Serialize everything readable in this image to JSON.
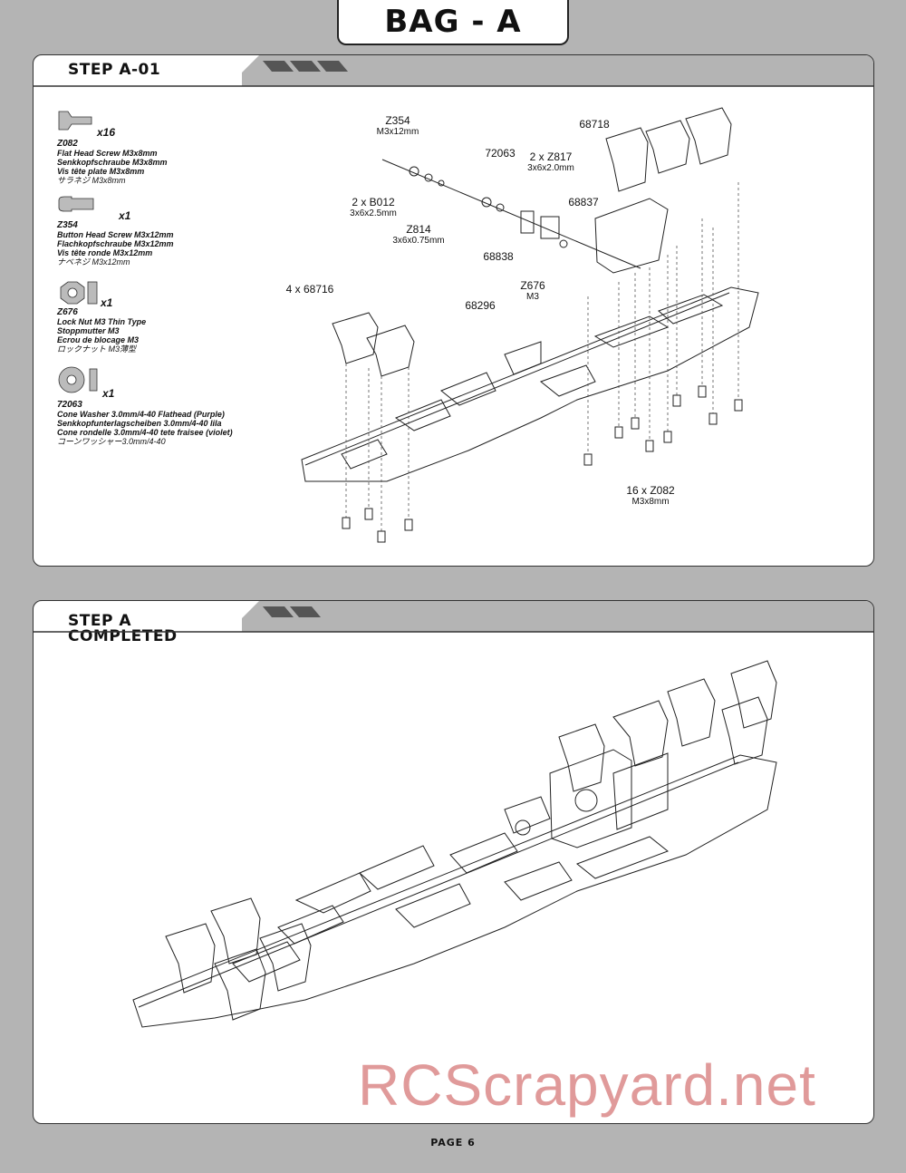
{
  "bag_title": "BAG - A",
  "page_number": "PAGE 6",
  "watermark": "RCScrapyard.net",
  "step1": {
    "title": "STEP A-01",
    "parts": [
      {
        "qty": "x16",
        "code": "Z082",
        "lines": [
          "Flat Head Screw M3x8mm",
          "Senkkopfschraube M3x8mm",
          "Vis tête plate M3x8mm",
          "サラネジ M3x8mm"
        ]
      },
      {
        "qty": "x1",
        "code": "Z354",
        "lines": [
          "Button Head Screw M3x12mm",
          "Flachkopfschraube M3x12mm",
          "Vis tête ronde M3x12mm",
          "ナベネジ M3x12mm"
        ]
      },
      {
        "qty": "x1",
        "code": "Z676",
        "lines": [
          "Lock Nut M3 Thin Type",
          "Stoppmutter M3",
          "Ecrou de blocage M3",
          "ロックナット M3薄型"
        ]
      },
      {
        "qty": "x1",
        "code": "72063",
        "lines": [
          "Cone Washer 3.0mm/4-40 Flathead (Purple)",
          "Senkkopfunterlagscheiben 3.0mm/4-40 lila",
          "Cone rondelle 3.0mm/4-40 tete fraisee (violet)",
          "コーンワッシャー3.0mm/4-40"
        ]
      }
    ],
    "callouts": {
      "z354": {
        "main": "Z354",
        "sub": "M3x12mm"
      },
      "c72063": {
        "main": "72063"
      },
      "z817": {
        "main": "2 x Z817",
        "sub": "3x6x2.0mm"
      },
      "c68718": {
        "main": "68718"
      },
      "c68837": {
        "main": "68837"
      },
      "b012": {
        "main": "2 x B012",
        "sub": "3x6x2.5mm"
      },
      "z814": {
        "main": "Z814",
        "sub": "3x6x0.75mm"
      },
      "c68838": {
        "main": "68838"
      },
      "z676": {
        "main": "Z676",
        "sub": "M3"
      },
      "c68716": {
        "main": "4 x 68716"
      },
      "c68296": {
        "main": "68296"
      },
      "z082": {
        "main": "16 x Z082",
        "sub": "M3x8mm"
      }
    }
  },
  "step2": {
    "title_line1": "STEP A",
    "title_line2": "COMPLETED"
  }
}
